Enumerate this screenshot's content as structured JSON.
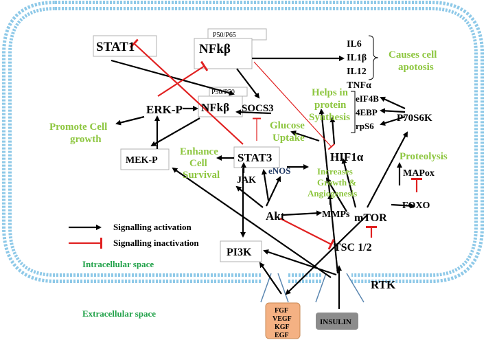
{
  "nodes": {
    "stat1": "STAT1",
    "p50p65": "P50/P65",
    "nfkb_top": "NFkβ",
    "p50p50": "P50/P50",
    "nfkb_mid": "NFkβ",
    "socs3": "SOCS3",
    "erkp": "ERK-P",
    "mekp": "MEK-P",
    "stat3": "STAT3",
    "jak": "JAK",
    "akt": "Akt",
    "enos": "eNOS",
    "mmps": "MMPs",
    "mtor": "mTOR",
    "tsc": "TSC 1/2",
    "pi3k": "PI3K",
    "hif1a": "HIF1α",
    "foxo": "FOXO",
    "mapox": "MAPox",
    "p70s6k": "P70S6K",
    "eif4b": "eIF4B",
    "ebp4": "4EBP",
    "rps6": "rpS6",
    "il6": "IL6",
    "il1b": "IL1β",
    "il12": "IL12",
    "tnfa": "TNFα",
    "rtk": "RTK"
  },
  "effects": {
    "apoptosis": [
      "Causes cell",
      "apotosis"
    ],
    "protein": [
      "Helps in",
      "protein",
      "Synthesis"
    ],
    "cell_growth": [
      "Promote Cell",
      "growth"
    ],
    "glucose": [
      "Glucose",
      "Uptake"
    ],
    "survival": [
      "Enhance",
      "Cell",
      "Survival"
    ],
    "angiogenesis": [
      "Increases",
      "Growth &",
      "Angiogenesis"
    ],
    "proteolysis": "Proteolysis"
  },
  "legend": {
    "activation": "Signalling activation",
    "inactivation": "Signalling inactivation"
  },
  "spaces": {
    "intracellular": "Intracellular space",
    "extracellular": "Extracellular space"
  },
  "ligands": {
    "growth_factors": [
      "FGF",
      "VEGF",
      "KGF",
      "EGF"
    ],
    "insulin": "INSULIN"
  },
  "colors": {
    "activation": "#000000",
    "inactivation": "#e02020",
    "effect_text": "#8dc63f",
    "space_text": "#22a24a",
    "membrane": "#8ec9e8",
    "growth_factor_box": "#f4b183",
    "insulin_box": "#8c8c8c"
  }
}
